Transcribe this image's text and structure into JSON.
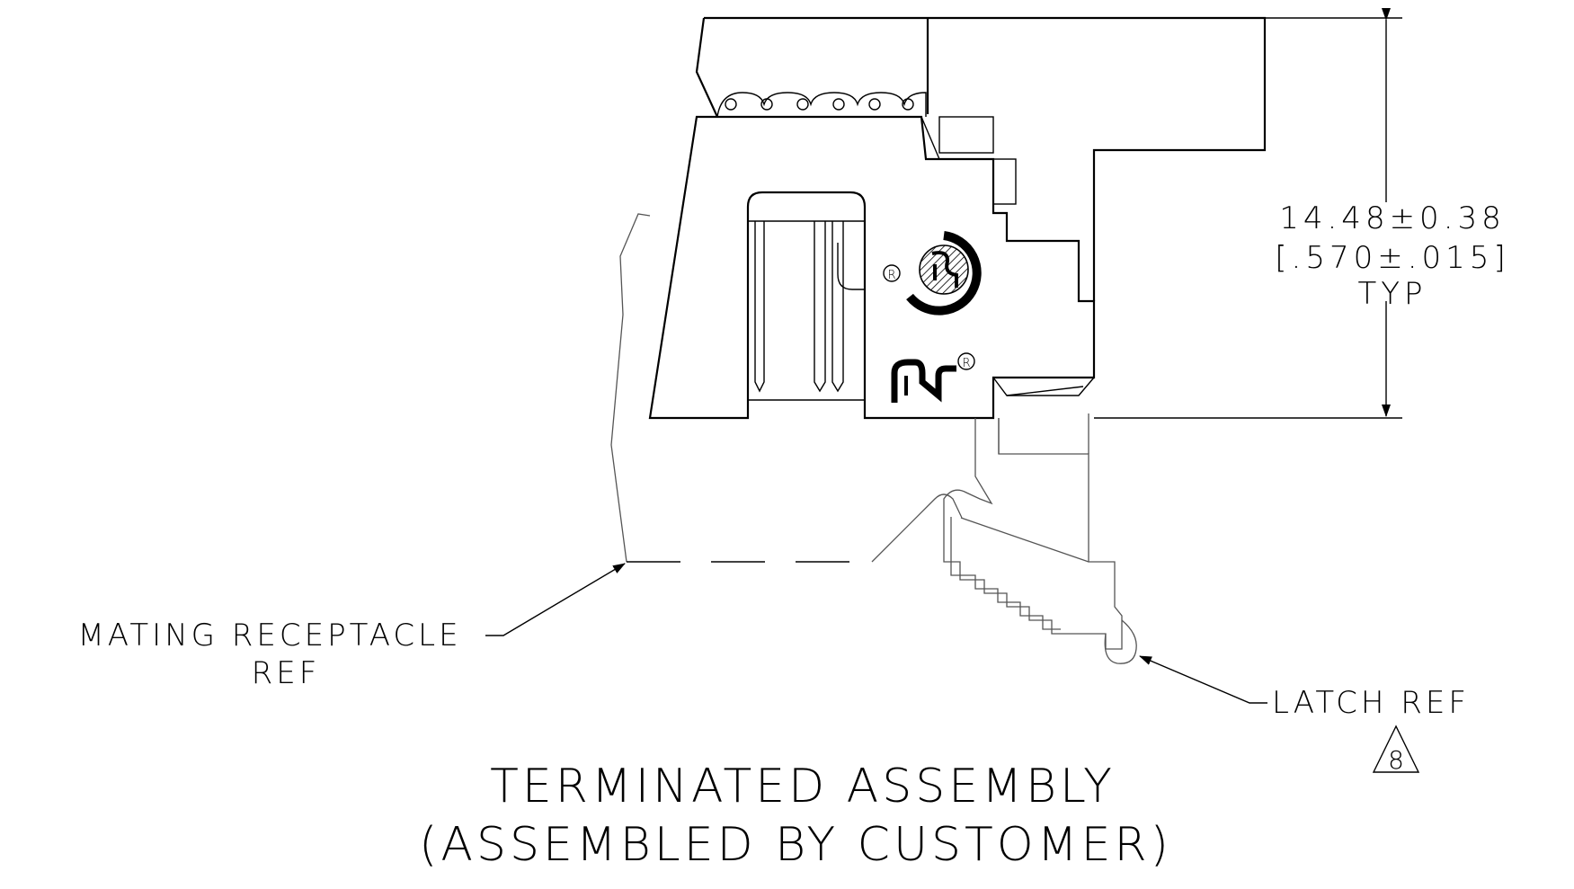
{
  "dimension": {
    "metric": "14.48±0.38",
    "imperial": "[.570±.015]",
    "suffix": "TYP"
  },
  "callouts": {
    "mating_receptacle_line1": "MATING RECEPTACLE",
    "mating_receptacle_line2": "REF",
    "latch": "LATCH REF",
    "latch_note": "8"
  },
  "title": {
    "line1": "TERMINATED ASSEMBLY",
    "line2": "(ASSEMBLED BY CUSTOMER)"
  },
  "marks": {
    "registered": "R"
  },
  "colors": {
    "line": "#000000",
    "background": "#ffffff"
  }
}
